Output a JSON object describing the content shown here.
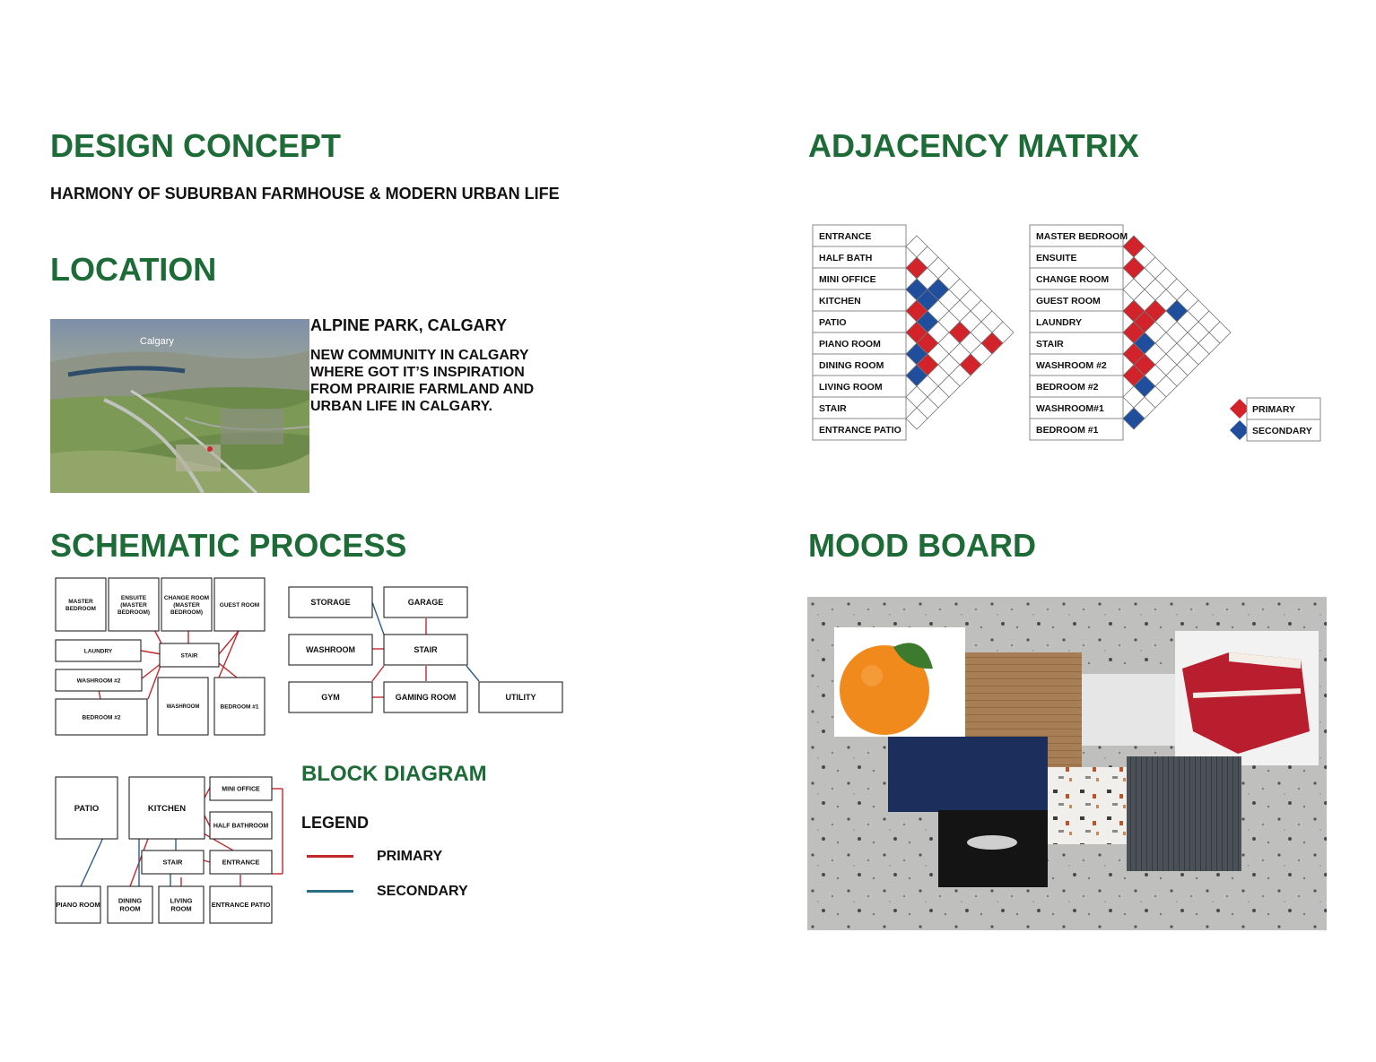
{
  "design_concept": {
    "title": "DESIGN CONCEPT",
    "subtitle": "HARMONY OF SUBURBAN FARMHOUSE & MODERN URBAN LIFE"
  },
  "location": {
    "title": "LOCATION",
    "place": "ALPINE PARK, CALGARY",
    "description": "NEW COMMUNITY IN CALGARY WHERE GOT IT’S  INSPIRATION FROM PRAIRIE FARMLAND AND URBAN LIFE IN CALGARY."
  },
  "adjacency_matrix": {
    "title": "ADJACENCY MATRIX",
    "matrix1_rooms": [
      "ENTRANCE",
      "HALF BATH",
      "MINI OFFICE",
      "KITCHEN",
      "PATIO",
      "PIANO ROOM",
      "DINING ROOM",
      "LIVING ROOM",
      "STAIR",
      "ENTRANCE PATIO"
    ],
    "matrix2_rooms": [
      "MASTER BEDROOM",
      "ENSUITE",
      "CHANGE ROOM",
      "GUEST ROOM",
      "LAUNDRY",
      "STAIR",
      "WASHROOM #2",
      "BEDROOM #2",
      "WASHROOM#1",
      "BEDROOM #1"
    ],
    "legend": {
      "primary": "PRIMARY",
      "secondary": "SECONDARY"
    },
    "colors": {
      "primary": "#d2232a",
      "secondary": "#1f4e9c"
    }
  },
  "schematic": {
    "title": "SCHEMATIC PROCESS",
    "upper_rooms": [
      {
        "label": "MASTER BEDROOM"
      },
      {
        "label": "ENSUITE (MASTER BEDROOM)"
      },
      {
        "label": "CHANGE ROOM (MASTER BEDROOM)"
      },
      {
        "label": "GUEST ROOM"
      },
      {
        "label": "LAUNDRY"
      },
      {
        "label": "STAIR"
      },
      {
        "label": "WASHROOM #2"
      },
      {
        "label": "WASHROOM"
      },
      {
        "label": "BEDROOM #1"
      },
      {
        "label": "BEDROOM #2"
      }
    ],
    "basement_rooms": [
      "STORAGE",
      "GARAGE",
      "WASHROOM",
      "STAIR",
      "GYM",
      "GAMING ROOM",
      "UTILITY"
    ],
    "main_rooms": [
      "PATIO",
      "KITCHEN",
      "MINI OFFICE",
      "HALF BATHROOM",
      "STAIR",
      "ENTRANCE",
      "PIANO ROOM",
      "DINING ROOM",
      "LIVING ROOM",
      "ENTRANCE PATIO"
    ],
    "block_diagram_title": "BLOCK DIAGRAM",
    "legend_title": "LEGEND",
    "legend_primary": "PRIMARY",
    "legend_secondary": "SECONDARY",
    "colors": {
      "primary": "#c1272d",
      "secondary": "#2b5d8a"
    }
  },
  "mood_board": {
    "title": "MOOD BOARD"
  },
  "map_labels": {
    "city": "Calgary"
  }
}
